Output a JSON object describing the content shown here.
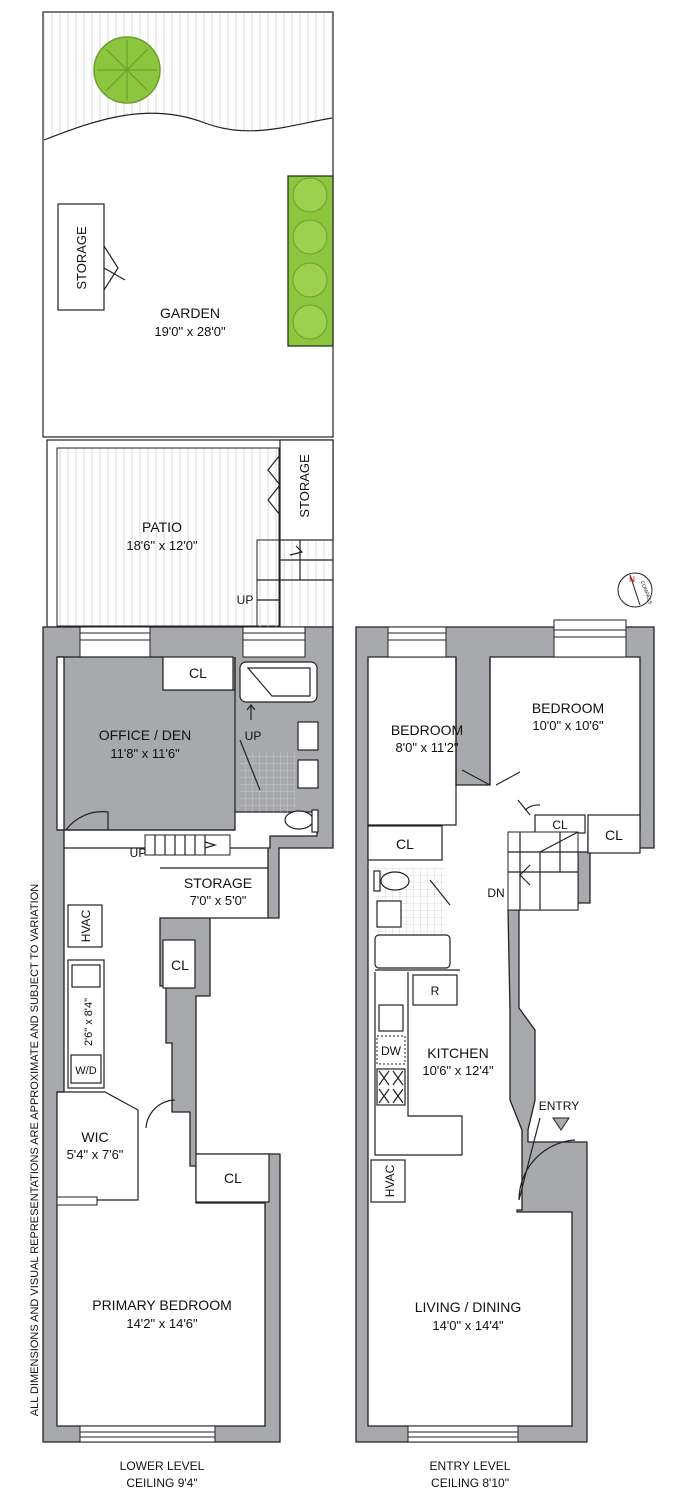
{
  "disclaimer": "ALL DIMENSIONS AND VISUAL REPRESENTATIONS ARE APPROXIMATE AND SUBJECT TO VARIATION",
  "compass_label": "N",
  "compass_text": "COMPASS",
  "lower_level": {
    "garden": {
      "name": "GARDEN",
      "dims": "19'0\" x 28'0\""
    },
    "garden_storage": "STORAGE",
    "patio": {
      "name": "PATIO",
      "dims": "18'6\" x 12'0\""
    },
    "patio_storage": "STORAGE",
    "patio_stair": "UP",
    "office": {
      "name": "OFFICE / DEN",
      "dims": "11'8\" x 11'6\""
    },
    "office_closet": "CL",
    "bath_stair": "UP",
    "hall_stair": "UP",
    "storage": {
      "name": "STORAGE",
      "dims": "7'0\" x 5'0\""
    },
    "hall_closet": "CL",
    "hvac": "HVAC",
    "laundry_dims": "2'6\" x 8'4\"",
    "wd": "W/D",
    "wic": {
      "name": "WIC",
      "dims": "5'4\" x 7'6\""
    },
    "primary_closet": "CL",
    "primary": {
      "name": "PRIMARY BEDROOM",
      "dims": "14'2\" x 14'6\""
    },
    "caption_level": "LOWER LEVEL",
    "caption_ceiling": "CEILING 9'4\""
  },
  "entry_level": {
    "bedroom1": {
      "name": "BEDROOM",
      "dims": "8'0\" x 11'2\""
    },
    "bedroom2": {
      "name": "BEDROOM",
      "dims": "10'0\" x 10'6\""
    },
    "closet_a": "CL",
    "closet_b": "CL",
    "closet_c": "CL",
    "stair": "DN",
    "fridge": "R",
    "dishwasher": "DW",
    "kitchen": {
      "name": "KITCHEN",
      "dims": "10'6\" x 12'4\""
    },
    "entry": "ENTRY",
    "hvac": "HVAC",
    "living": {
      "name": "LIVING / DINING",
      "dims": "14'0\" x 14'4\""
    },
    "caption_level": "ENTRY LEVEL",
    "caption_ceiling": "CEILING 8'10\""
  },
  "colors": {
    "wall": "#a7a9ac",
    "greenery": "#8cc63f",
    "line": "#222222"
  }
}
